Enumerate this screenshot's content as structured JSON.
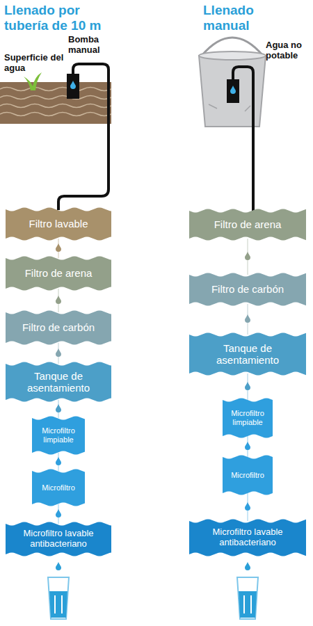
{
  "diagram": {
    "nodes": [
      {
        "text": [
          "Filtro lavable"
        ]
      },
      {
        "text": [
          "Filtro de arena"
        ]
      },
      {
        "text": [
          "Filtro de carbón"
        ]
      },
      {
        "text": [
          "Tanque de asentamiento"
        ]
      },
      {
        "text": [
          "Microfiltro limpiable"
        ]
      },
      {
        "text": [
          "Microfiltro"
        ]
      },
      {
        "text": [
          "Microfiltro lavable antibacteriano"
        ]
      },
      {
        "text": [
          "Filtro de arena"
        ]
      },
      {
        "text": [
          "Filtro de carbón"
        ]
      },
      {
        "text": [
          "Tanque de asentamiento"
        ]
      },
      {
        "text": [
          "Microfiltro limpiable"
        ]
      },
      {
        "text": [
          "Microfiltro"
        ]
      },
      {
        "text": [
          "Microfiltro lavable antibacteriano"
        ]
      }
    ],
    "edges": [
      {
        "from": 0,
        "to": 1,
        "arrow": "none"
      },
      {
        "from": 1,
        "to": 2,
        "arrow": "none"
      },
      {
        "from": 2,
        "to": 3,
        "arrow": "none"
      },
      {
        "from": 3,
        "to": 4,
        "arrow": "none"
      },
      {
        "from": 4,
        "to": 5,
        "arrow": "none"
      },
      {
        "from": 5,
        "to": 6,
        "arrow": "none"
      },
      {
        "from": 7,
        "to": 8,
        "arrow": "none"
      },
      {
        "from": 8,
        "to": 9,
        "arrow": "none"
      },
      {
        "from": 9,
        "to": 10,
        "arrow": "none"
      },
      {
        "from": 10,
        "to": 11,
        "arrow": "none"
      },
      {
        "from": 11,
        "to": 12,
        "arrow": "none"
      }
    ],
    "labels": [
      "Llenado por tubería de 10 m",
      "Bomba manual",
      "Superficie del agua",
      "Llenado manual",
      "Agua no potable"
    ]
  }
}
